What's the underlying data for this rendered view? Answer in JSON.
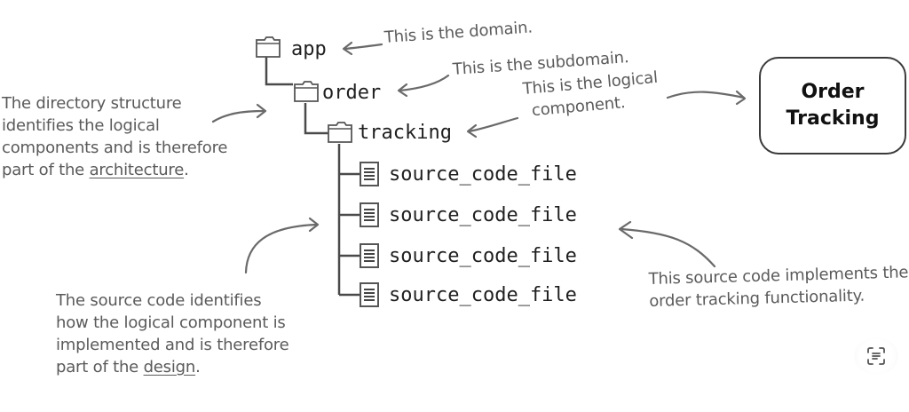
{
  "tree": {
    "folders": [
      {
        "label": "app",
        "icon": "folder-icon"
      },
      {
        "label": "order",
        "icon": "folder-icon"
      },
      {
        "label": "tracking",
        "icon": "folder-icon"
      }
    ],
    "files": [
      {
        "label": "source_code_file",
        "icon": "file-icon"
      },
      {
        "label": "source_code_file",
        "icon": "file-icon"
      },
      {
        "label": "source_code_file",
        "icon": "file-icon"
      },
      {
        "label": "source_code_file",
        "icon": "file-icon"
      }
    ]
  },
  "annotations": {
    "domain": "This is the domain.",
    "subdomain": "This is the subdomain.",
    "logical_component": [
      "This is the logical",
      "component."
    ],
    "directory_structure": {
      "lines": [
        "The directory structure",
        "identifies the logical",
        "components and is therefore"
      ],
      "last_prefix": "part of the ",
      "last_emphasis": "architecture",
      "last_suffix": "."
    },
    "source_code_design": {
      "lines": [
        "The source code identifies",
        "how the logical component is",
        "implemented and is therefore"
      ],
      "last_prefix": "part of the ",
      "last_emphasis": "design",
      "last_suffix": "."
    },
    "source_code_implements": [
      "This source code implements the",
      "order tracking functionality."
    ]
  },
  "component_box": {
    "lines": [
      "Order",
      "Tracking"
    ]
  },
  "floating_button": {
    "icon": "text-scan-icon"
  }
}
